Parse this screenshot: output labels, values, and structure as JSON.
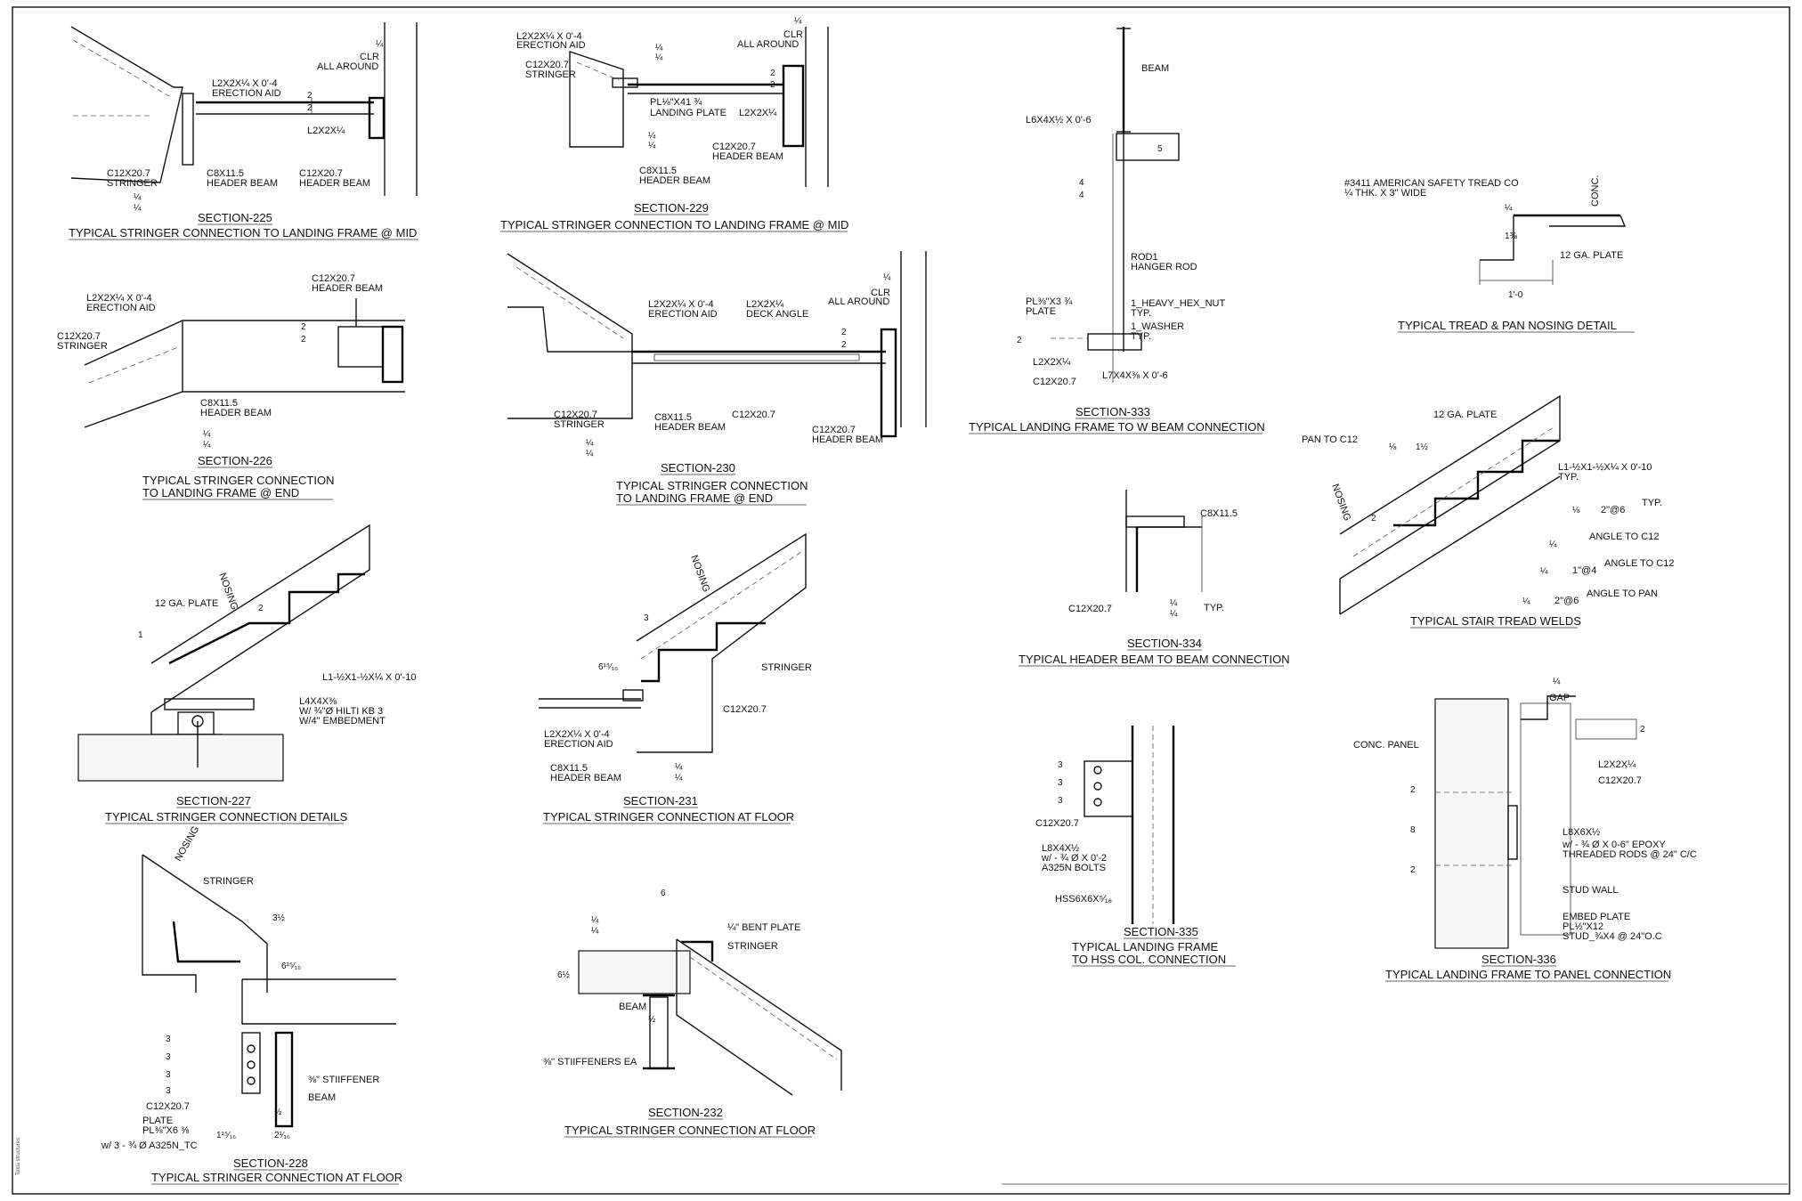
{
  "sheet": {
    "side_note": "Tekla structures"
  },
  "sections": [
    {
      "id": "225",
      "number": "SECTION-225",
      "title": "TYPICAL STRINGER CONNECTION TO LANDING FRAME @ MID",
      "labels": [
        "L2X2X¼ X 0'-4",
        "ERECTION AID",
        "L2X2X¼",
        "C12X20.7",
        "STRINGER",
        "C8X11.5",
        "HEADER BEAM",
        "C12X20.7",
        "HEADER BEAM",
        "CLR",
        "ALL AROUND",
        "¼",
        "2",
        "2",
        "¼",
        "¼"
      ]
    },
    {
      "id": "229",
      "number": "SECTION-229",
      "title": "TYPICAL STRINGER CONNECTION TO LANDING FRAME @ MID",
      "labels": [
        "L2X2X¼ X 0'-4",
        "ERECTION AID",
        "C12X20.7",
        "STRINGER",
        "PL⅛\"X41 ¾",
        "LANDING PLATE",
        "L2X2X¼",
        "C12X20.7",
        "HEADER BEAM",
        "C8X11.5",
        "HEADER BEAM",
        "CLR",
        "ALL AROUND",
        "¼",
        "2",
        "2",
        "¼",
        "¼",
        "¼",
        "¼"
      ]
    },
    {
      "id": "333",
      "number": "SECTION-333",
      "title": "TYPICAL LANDING FRAME TO W BEAM CONNECTION",
      "labels": [
        "BEAM",
        "L6X4X½ X 0'-6",
        "5",
        "4",
        "4",
        "ROD1",
        "HANGER ROD",
        "PL⅜\"X3 ¾",
        "PLATE",
        "1_HEAVY_HEX_NUT",
        "TYP.",
        "1_WASHER",
        "TYP.",
        "L2X2X¼",
        "C12X20.7",
        "L7X4X⅜ X 0'-6",
        "2"
      ]
    },
    {
      "id": "nosing",
      "number": "",
      "title": "TYPICAL TREAD & PAN NOSING DETAIL",
      "labels": [
        "#3411 AMERICAN SAFETY TREAD CO",
        "¼ THK. X 3\" WIDE",
        "CONC.",
        "¼",
        "1⅜",
        "12 GA. PLATE",
        "1'-0"
      ]
    },
    {
      "id": "226",
      "number": "SECTION-226",
      "title": "TYPICAL STRINGER CONNECTION",
      "title2": "TO LANDING FRAME @ END",
      "labels": [
        "L2X2X¼ X 0'-4",
        "ERECTION AID",
        "C12X20.7",
        "STRINGER",
        "C12X20.7",
        "HEADER BEAM",
        "C8X11.5",
        "HEADER BEAM",
        "2",
        "2",
        "¼",
        "¼"
      ]
    },
    {
      "id": "230",
      "number": "SECTION-230",
      "title": "TYPICAL STRINGER CONNECTION",
      "title2": "TO LANDING FRAME @ END",
      "labels": [
        "L2X2X¼ X 0'-4",
        "ERECTION AID",
        "L2X2X¼",
        "DECK ANGLE",
        "CLR",
        "ALL AROUND",
        "¼",
        "2",
        "2",
        "C12X20.7",
        "STRINGER",
        "C8X11.5",
        "HEADER BEAM",
        "C12X20.7",
        "C12X20.7",
        "HEADER BEAM",
        "¼",
        "¼"
      ]
    },
    {
      "id": "334",
      "number": "SECTION-334",
      "title": "TYPICAL HEADER BEAM TO BEAM CONNECTION",
      "labels": [
        "C8X11.5",
        "C12X20.7",
        "¼",
        "¼",
        "TYP."
      ]
    },
    {
      "id": "welds",
      "number": "",
      "title": "TYPICAL STAIR TREAD WELDS",
      "labels": [
        "12 GA. PLATE",
        "PAN TO C12",
        "⅛",
        "1½",
        "L1-½X1-½X¼ X 0'-10",
        "TYP.",
        "NOSING",
        "2",
        "⅛",
        "2\"@6",
        "TYP.",
        "¼",
        "ANGLE TO C12",
        "¼",
        "1\"@4",
        "ANGLE TO C12",
        "¼",
        "2\"@6",
        "ANGLE TO PAN"
      ]
    },
    {
      "id": "227",
      "number": "SECTION-227",
      "title": "TYPICAL STRINGER CONNECTION DETAILS",
      "labels": [
        "NOSING",
        "2",
        "12 GA. PLATE",
        "1",
        "L1-½X1-½X¼ X 0'-10",
        "L4X4X⅜",
        "W/ ¾\"Ø HILTI KB 3",
        "W/4\" EMBEDMENT"
      ]
    },
    {
      "id": "231",
      "number": "SECTION-231",
      "title": "TYPICAL STRINGER CONNECTION AT FLOOR",
      "labels": [
        "NOSING",
        "3",
        "6¹⁵⁄₁₆",
        "STRINGER",
        "C12X20.7",
        "L2X2X¼ X 0'-4",
        "ERECTION AID",
        "C8X11.5",
        "HEADER BEAM",
        "¼",
        "¼"
      ]
    },
    {
      "id": "335",
      "number": "SECTION-335",
      "title": "TYPICAL LANDING FRAME",
      "title2": "TO HSS COL. CONNECTION",
      "labels": [
        "3",
        "3",
        "3",
        "C12X20.7",
        "L8X4X½",
        "w/ - ¾ Ø X  0'-2",
        "A325N BOLTS",
        "HSS6X6X⁵⁄₁₆"
      ]
    },
    {
      "id": "336",
      "number": "SECTION-336",
      "title": "TYPICAL LANDING FRAME TO PANEL CONNECTION",
      "labels": [
        "¼",
        "GAP",
        "2",
        "CONC. PANEL",
        "L2X2X¼",
        "C12X20.7",
        "2",
        "8",
        "2",
        "L8X6X½",
        "w/ - ¾ Ø X  0-6\" EPOXY",
        "THREADED RODS @ 24\" C/C",
        "STUD WALL",
        "EMBED PLATE",
        "PL½\"X12",
        "STUD_¾X4 @ 24\"O.C"
      ]
    },
    {
      "id": "228",
      "number": "SECTION-228",
      "title": "TYPICAL STRINGER CONNECTION AT FLOOR",
      "labels": [
        "NOSING",
        "STRINGER",
        "3½",
        "6¹⁵⁄₁₆",
        "3",
        "3",
        "3",
        "3",
        "⅜\" STIIFFENER",
        "BEAM",
        "C12X20.7",
        "PLATE",
        "PL⅜\"X6 ⅜",
        "w/ 3 - ¾ Ø  A325N_TC",
        "½",
        "1¹⁵⁄₁₆",
        "2¹⁄₁₆"
      ]
    },
    {
      "id": "232",
      "number": "SECTION-232",
      "title": "TYPICAL STRINGER CONNECTION AT FLOOR",
      "labels": [
        "6",
        "¼",
        "¼",
        "¼\" BENT PLATE",
        "STRINGER",
        "6½",
        "BEAM",
        "½",
        "⅜\" STIIFFENERS EA"
      ]
    }
  ]
}
